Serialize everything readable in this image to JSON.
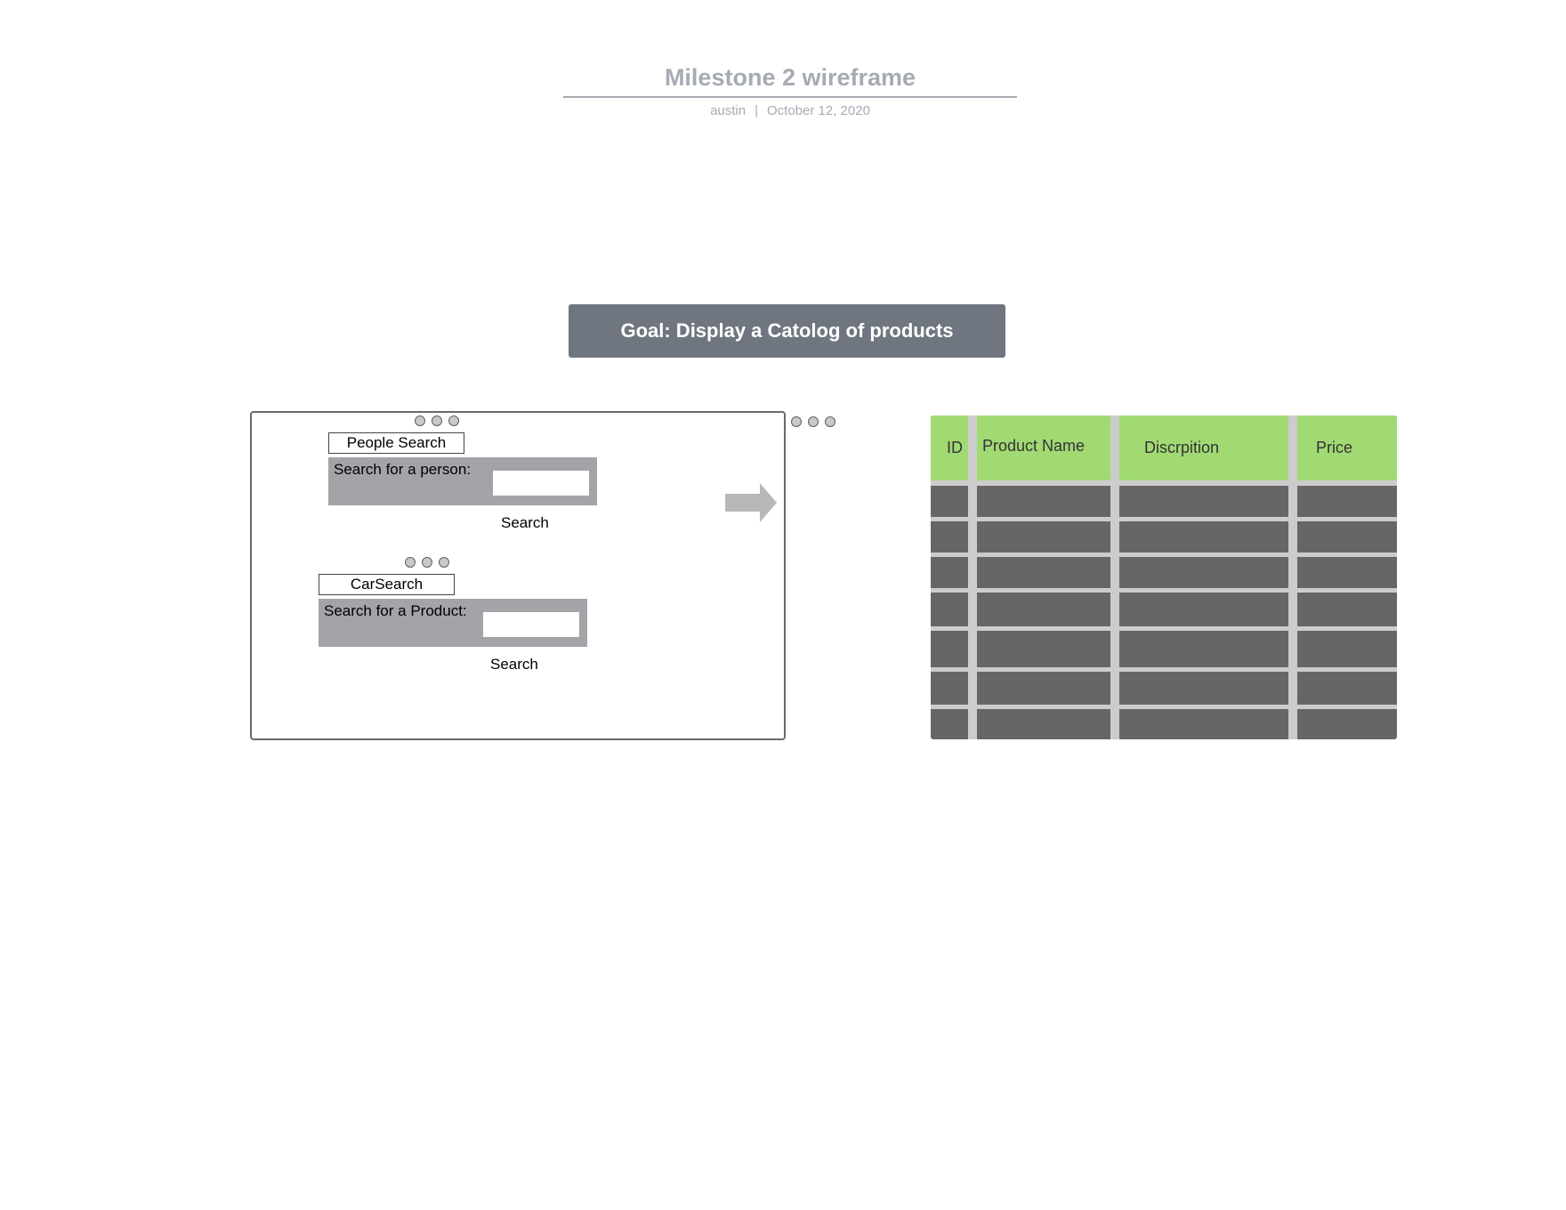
{
  "document": {
    "title": "Milestone 2 wireframe",
    "author": "austin",
    "separator": "|",
    "date": "October 12, 2020"
  },
  "goal": {
    "text": "Goal: Display a Catolog of products"
  },
  "search_window": {
    "people_section": {
      "label": "People Search",
      "prompt": "Search for a person:",
      "input_value": "",
      "button_label": "Search"
    },
    "car_section": {
      "label": "CarSearch",
      "prompt": "Search for a Product:",
      "input_value": "",
      "button_label": "Search"
    }
  },
  "product_table": {
    "columns": [
      "ID",
      "Product Name",
      "Discrpition",
      "Price"
    ],
    "row_count": 7
  },
  "colors": {
    "title_gray": "#a6abb3",
    "banner": "#707680",
    "panel_gray": "#a3a4a8",
    "table_header_green": "#a1d973",
    "table_body": "#666666",
    "grid_lines": "#cccccc",
    "arrow": "#b8b8b8"
  }
}
